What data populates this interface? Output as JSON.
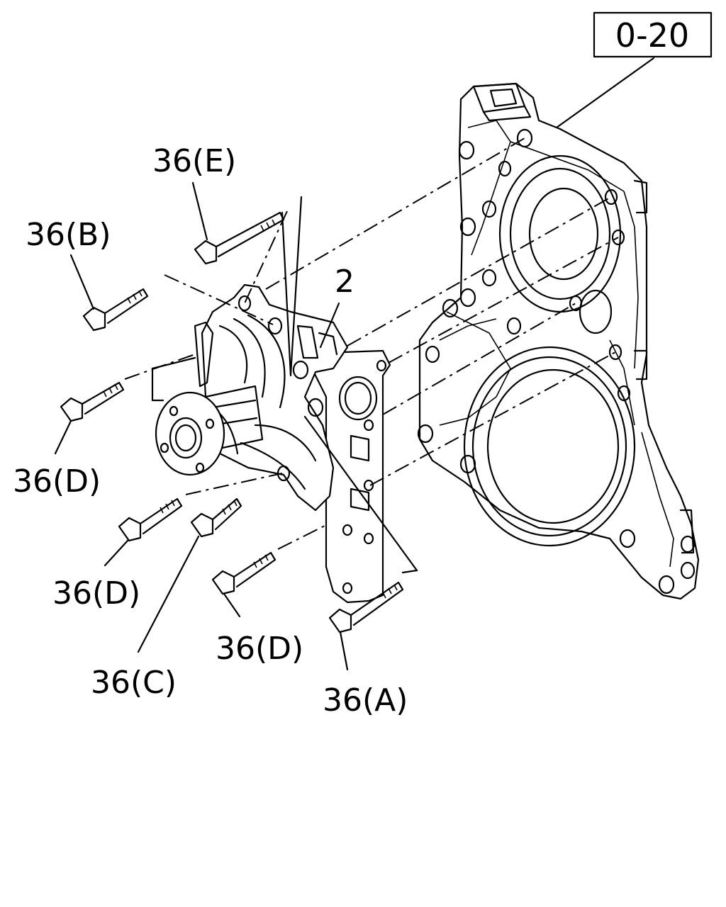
{
  "reference_box": "0-20",
  "part_label": "2",
  "bolt_labels": {
    "E": "36(E)",
    "B": "36(B)",
    "D1": "36(D)",
    "D2": "36(D)",
    "C": "36(C)",
    "D3": "36(D)",
    "A": "36(A)"
  }
}
